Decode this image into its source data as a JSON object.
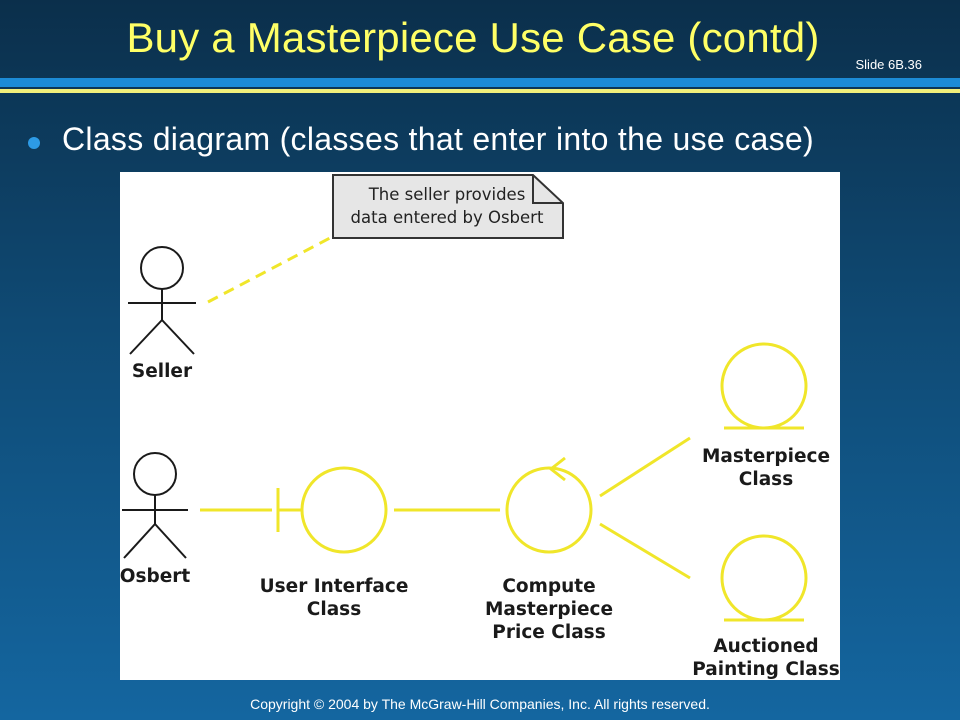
{
  "slide": {
    "title": "Buy a Masterpiece Use Case (contd)",
    "number": "Slide 6B.36",
    "bullet": "Class diagram (classes that enter into the use case)",
    "copyright": "Copyright © 2004 by The McGraw-Hill Companies, Inc.  All rights reserved."
  },
  "diagram": {
    "note": {
      "line1": "The seller provides",
      "line2": "data entered by Osbert"
    },
    "actors": {
      "seller": "Seller",
      "osbert": "Osbert"
    },
    "classes": {
      "user_interface": [
        "User Interface",
        "Class"
      ],
      "compute": [
        "Compute",
        "Masterpiece",
        "Price Class"
      ],
      "masterpiece": [
        "Masterpiece",
        "Class"
      ],
      "auctioned": [
        "Auctioned",
        "Painting Class"
      ]
    },
    "colors": {
      "class_stroke": "#f0e62a",
      "actor_stroke": "#1a1a1a",
      "note_fill": "#e6e6e6"
    }
  }
}
